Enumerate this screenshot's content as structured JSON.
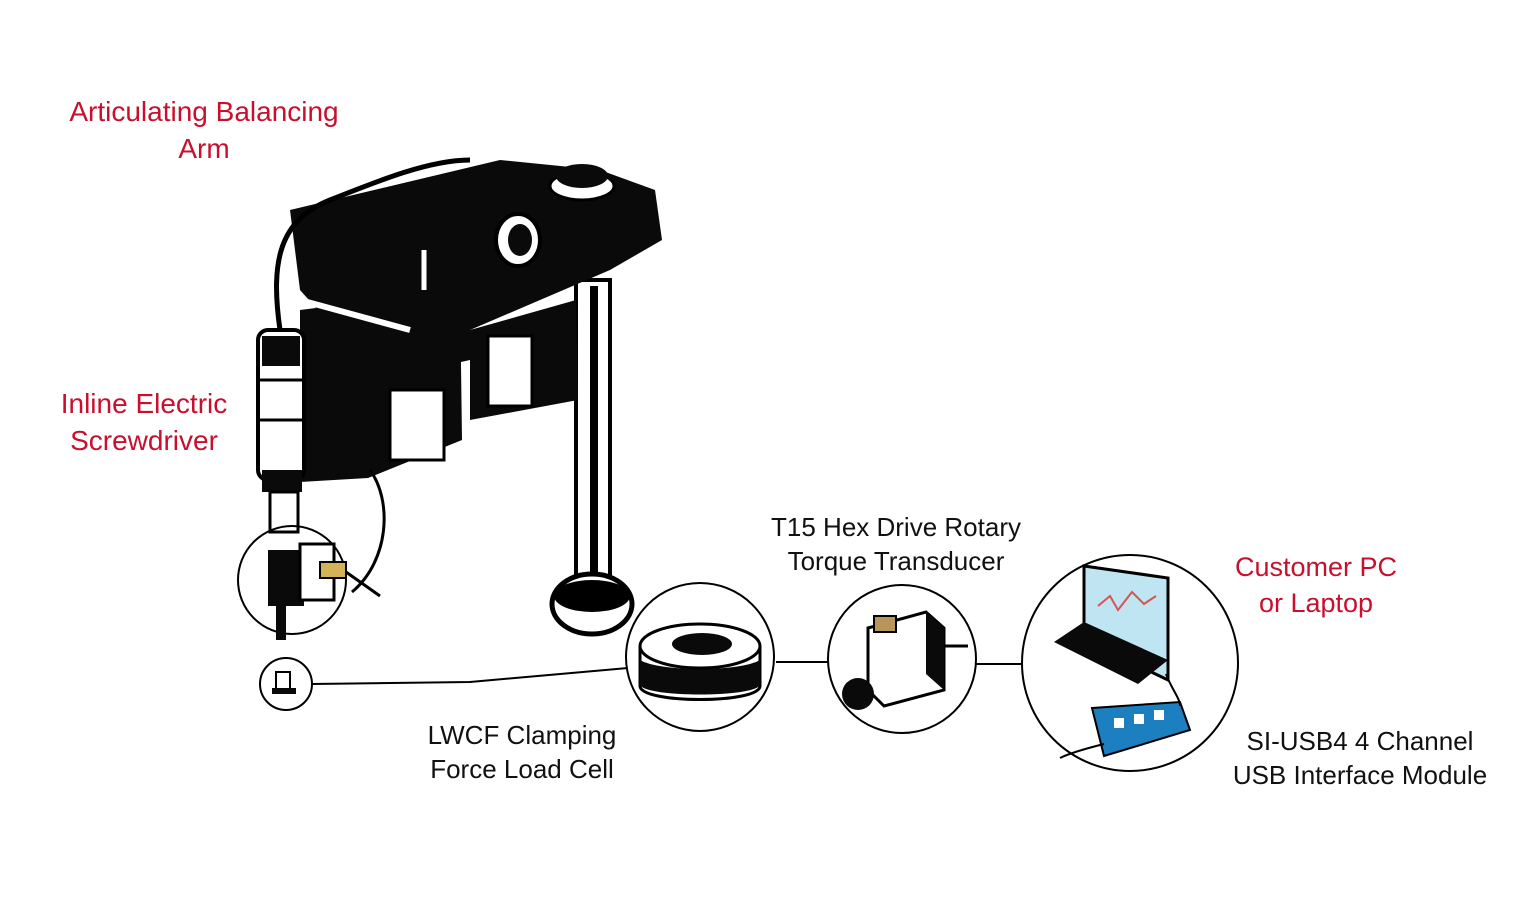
{
  "colors": {
    "label_red": "#c8102e",
    "label_black": "#111111",
    "line": "#000000",
    "screen_blue": "#bfe4f2",
    "module_blue": "#1c7fc0"
  },
  "labels": {
    "arm": {
      "line1": "Articulating Balancing",
      "line2": "Arm"
    },
    "screwdriver": {
      "line1": "Inline Electric",
      "line2": "Screwdriver"
    },
    "torque": {
      "line1": "T15 Hex Drive Rotary",
      "line2": "Torque Transducer"
    },
    "pc": {
      "line1": "Customer PC",
      "line2": "or Laptop"
    },
    "loadcell": {
      "line1": "LWCF Clamping",
      "line2": "Force Load Cell"
    },
    "usb": {
      "line1": "SI-USB4 4 Channel",
      "line2": "USB Interface Module"
    }
  },
  "icons": {
    "arm": "balancing-arm-illustration",
    "screwdriver": "screwdriver-icon",
    "loadcell": "load-cell-icon",
    "torque": "torque-transducer-icon",
    "laptop": "laptop-icon",
    "usb_module": "usb-module-icon"
  }
}
